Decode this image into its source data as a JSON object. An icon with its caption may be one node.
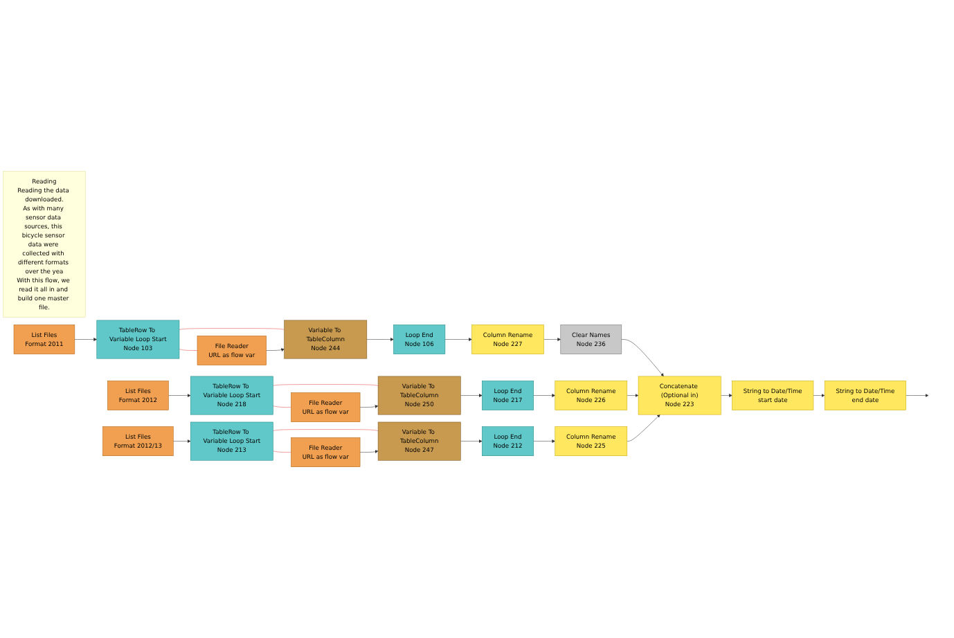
{
  "diagram": {
    "nodes": [
      {
        "text": [
          "Reading",
          "Reading the data downloaded.",
          "As with many sensor data sources, this bicycle sensor data were collected with different formats over the yea",
          "With this flow, we read it all in and build one master file."
        ]
      },
      {
        "text": [
          "List Files",
          "Format 2011"
        ]
      },
      {
        "text": [
          "TableRow To Variable Loop Start",
          "Node 103"
        ]
      },
      {
        "text": [
          "File Reader",
          "URL as flow var"
        ]
      },
      {
        "text": [
          "Variable To TableColumn",
          "Node 244"
        ]
      },
      {
        "text": [
          "Loop End",
          "Node 106"
        ]
      },
      {
        "text": [
          "Column Rename",
          "Node 227"
        ]
      },
      {
        "text": [
          "Clear Names",
          "Node 236"
        ]
      },
      {
        "text": [
          "List Files",
          "Format 2012"
        ]
      },
      {
        "text": [
          "TableRow To Variable Loop Start",
          "Node 218"
        ]
      },
      {
        "text": [
          "File Reader",
          "URL as flow var"
        ]
      },
      {
        "text": [
          "Variable To TableColumn",
          "Node 250"
        ]
      },
      {
        "text": [
          "Loop End",
          "Node 217"
        ]
      },
      {
        "text": [
          "Column Rename",
          "Node 226"
        ]
      },
      {
        "text": [
          "List Files",
          "Format 2012/13"
        ]
      },
      {
        "text": [
          "TableRow To Variable Loop Start",
          "Node 213"
        ]
      },
      {
        "text": [
          "File Reader",
          "URL as flow var"
        ]
      },
      {
        "text": [
          "Variable To TableColumn",
          "Node 247"
        ]
      },
      {
        "text": [
          "Loop End",
          "Node 212"
        ]
      },
      {
        "text": [
          "Column Rename",
          "Node 225"
        ]
      },
      {
        "text": [
          "Concatenate (Optional in)",
          "Node 223"
        ]
      },
      {
        "text": [
          "String to Date/Time",
          "start date"
        ]
      },
      {
        "text": [
          "String to Date/Time",
          "end date"
        ]
      }
    ],
    "edges": [
      {
        "from": 1,
        "to": 2,
        "arrow": "to"
      },
      {
        "from": 2,
        "to": 3,
        "arrow": "none",
        "color": "#e84c4c"
      },
      {
        "from": 2,
        "to": 4,
        "arrow": "none",
        "color": "#e84c4c"
      },
      {
        "from": 3,
        "to": 4,
        "arrow": "to"
      },
      {
        "from": 4,
        "to": 5,
        "arrow": "to"
      },
      {
        "from": 5,
        "to": 6,
        "arrow": "to"
      },
      {
        "from": 6,
        "to": 7,
        "arrow": "to"
      },
      {
        "from": 7,
        "to": 20,
        "arrow": "to"
      },
      {
        "from": 8,
        "to": 9,
        "arrow": "to"
      },
      {
        "from": 9,
        "to": 10,
        "arrow": "none",
        "color": "#e84c4c"
      },
      {
        "from": 9,
        "to": 11,
        "arrow": "none",
        "color": "#e84c4c"
      },
      {
        "from": 10,
        "to": 11,
        "arrow": "to"
      },
      {
        "from": 11,
        "to": 12,
        "arrow": "to"
      },
      {
        "from": 12,
        "to": 13,
        "arrow": "to"
      },
      {
        "from": 13,
        "to": 20,
        "arrow": "to"
      },
      {
        "from": 14,
        "to": 15,
        "arrow": "to"
      },
      {
        "from": 15,
        "to": 16,
        "arrow": "none",
        "color": "#e84c4c"
      },
      {
        "from": 15,
        "to": 17,
        "arrow": "none",
        "color": "#e84c4c"
      },
      {
        "from": 16,
        "to": 17,
        "arrow": "to"
      },
      {
        "from": 17,
        "to": 18,
        "arrow": "to"
      },
      {
        "from": 18,
        "to": 19,
        "arrow": "to"
      },
      {
        "from": 19,
        "to": 20,
        "arrow": "to"
      },
      {
        "from": 20,
        "to": 21,
        "arrow": "to"
      },
      {
        "from": 21,
        "to": 22,
        "arrow": "to"
      },
      {
        "from": 22,
        "to": null,
        "arrow": "to"
      }
    ]
  }
}
